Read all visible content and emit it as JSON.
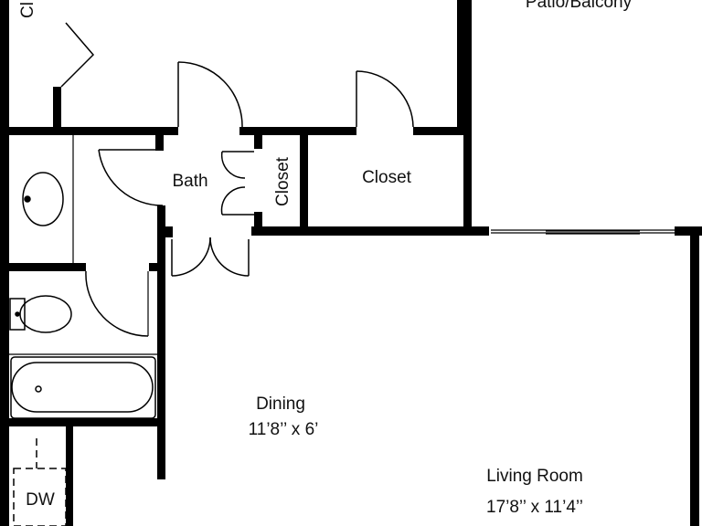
{
  "rooms": {
    "closet_cut": "Cl",
    "patio": "Patio/Balcony",
    "bath": "Bath",
    "closet_small": "Closet",
    "closet_large": "Closet",
    "dining": "Dining",
    "dining_size": "11’8’’ x 6’",
    "living": "Living Room",
    "living_size": "17’8’’ x 11’4’’",
    "dishwasher": "DW"
  }
}
